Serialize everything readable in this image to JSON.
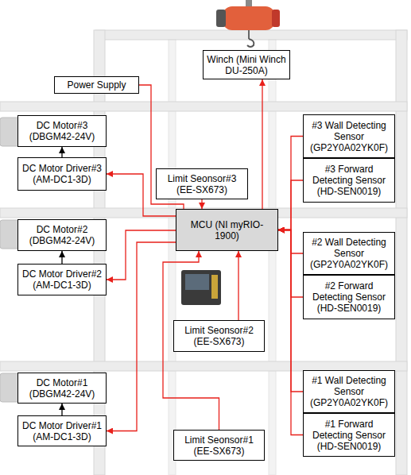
{
  "diagram": {
    "nodes": [
      {
        "text": [
          "Winch (Mini Winch DU-250A)"
        ]
      },
      {
        "text": [
          "Power Supply"
        ]
      },
      {
        "text": [
          "DC Motor#3 (DBGM42-24V)"
        ]
      },
      {
        "text": [
          "#3 Wall Detecting Sensor (GP2Y0A02YK0F)"
        ]
      },
      {
        "text": [
          "DC Motor Driver#3 (AM-DC1-3D)"
        ]
      },
      {
        "text": [
          "Limit Seonsor#3 (EE-SX673)"
        ]
      },
      {
        "text": [
          "#3 Forward Detecting Sensor (HD-SEN0019)"
        ]
      },
      {
        "text": [
          "DC Motor#2 (DBGM42-24V)"
        ]
      },
      {
        "text": [
          "MCU (NI myRIO-1900)"
        ]
      },
      {
        "text": [
          "#2 Wall Detecting Sensor (GP2Y0A02YK0F)"
        ]
      },
      {
        "text": [
          "DC Motor Driver#2 (AM-DC1-3D)"
        ]
      },
      {
        "text": [
          "#2 Forward Detecting Sensor (HD-SEN0019)"
        ]
      },
      {
        "text": [
          "Limit Seonsor#2 (EE-SX673)"
        ]
      },
      {
        "text": [
          "DC Motor#1 (DBGM42-24V)"
        ]
      },
      {
        "text": [
          "#1 Wall Detecting Sensor (GP2Y0A02YK0F)"
        ]
      },
      {
        "text": [
          "DC Motor Driver#1 (AM-DC1-3D)"
        ]
      },
      {
        "text": [
          "#1 Forward Detecting Sensor (HD-SEN0019)"
        ]
      },
      {
        "text": [
          "Limit Seonsor#1 (EE-SX673)"
        ]
      }
    ],
    "edges": [
      {
        "from": 1,
        "to": 8,
        "arrow": "none"
      },
      {
        "from": 8,
        "to": 0,
        "arrow": "to"
      },
      {
        "from": 5,
        "to": 8,
        "arrow": "to"
      },
      {
        "from": 12,
        "to": 8,
        "arrow": "to"
      },
      {
        "from": 17,
        "to": 8,
        "arrow": "to"
      },
      {
        "from": 8,
        "to": 4,
        "arrow": "to"
      },
      {
        "from": 8,
        "to": 10,
        "arrow": "to"
      },
      {
        "from": 8,
        "to": 15,
        "arrow": "to"
      },
      {
        "from": 4,
        "to": 2,
        "arrow": "to"
      },
      {
        "from": 10,
        "to": 7,
        "arrow": "to"
      },
      {
        "from": 15,
        "to": 13,
        "arrow": "to"
      },
      {
        "from": 3,
        "to": 8,
        "arrow": "to"
      },
      {
        "from": 6,
        "to": 8,
        "arrow": "to"
      },
      {
        "from": 9,
        "to": 8,
        "arrow": "to"
      },
      {
        "from": 11,
        "to": 8,
        "arrow": "to"
      },
      {
        "from": 14,
        "to": 8,
        "arrow": "to"
      },
      {
        "from": 16,
        "to": 8,
        "arrow": "to"
      }
    ]
  }
}
